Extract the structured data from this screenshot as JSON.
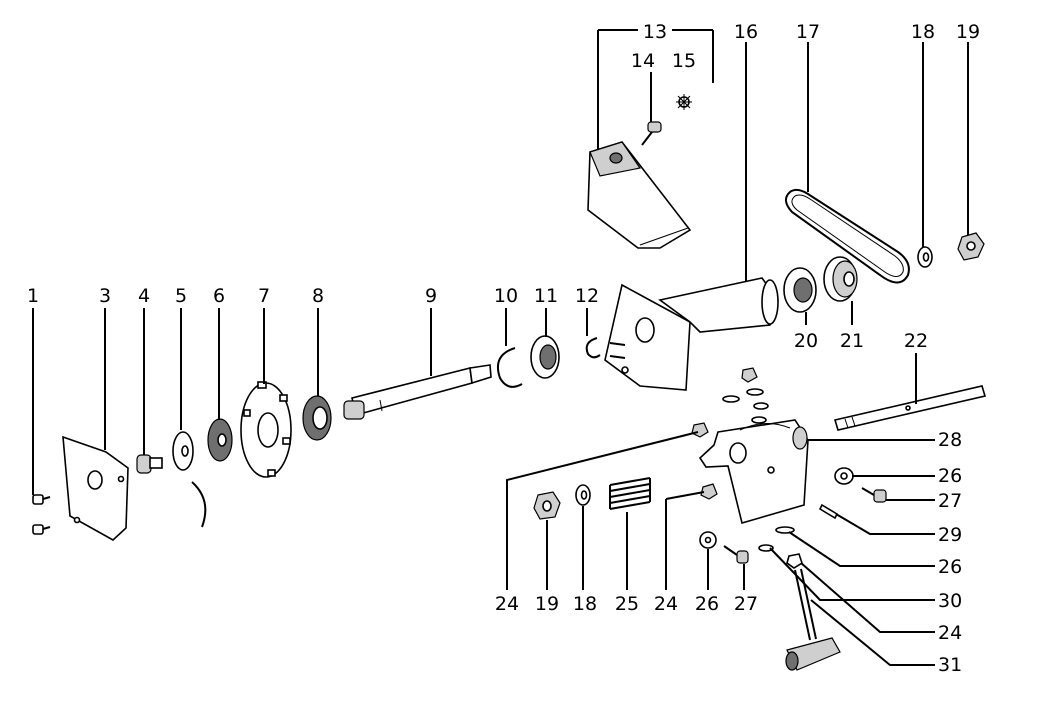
{
  "diagram": {
    "callouts": [
      "1",
      "3",
      "4",
      "5",
      "6",
      "7",
      "8",
      "9",
      "10",
      "11",
      "12",
      "13",
      "14",
      "15",
      "16",
      "17",
      "18",
      "19",
      "20",
      "21",
      "22",
      "24",
      "19",
      "18",
      "25",
      "24",
      "26",
      "27",
      "28",
      "26",
      "27",
      "29",
      "26",
      "30",
      "24",
      "31"
    ]
  }
}
